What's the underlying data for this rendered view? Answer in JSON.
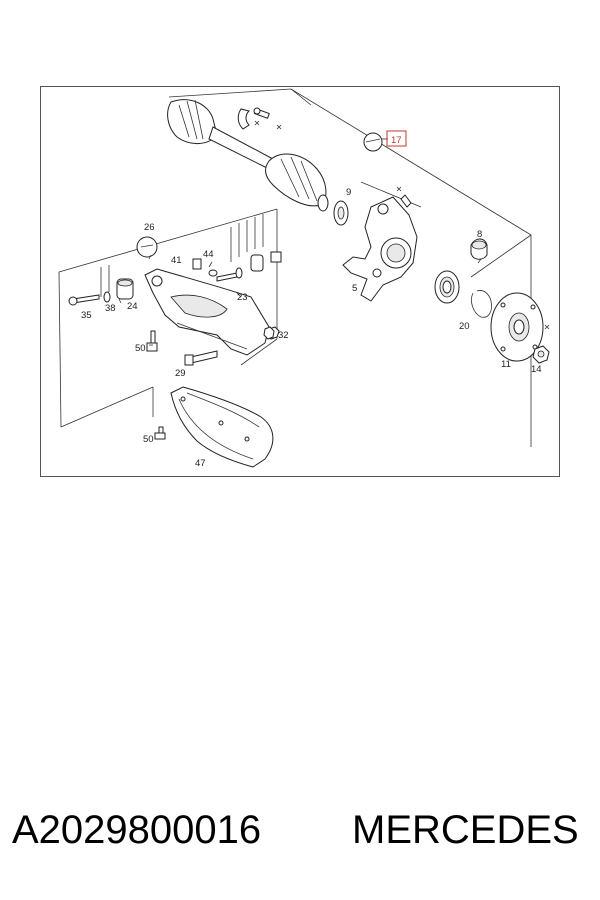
{
  "diagram": {
    "highlighted_callout": "17",
    "callouts": {
      "c17": "17",
      "c9": "9",
      "c26": "26",
      "c41": "41",
      "c44": "44",
      "c8": "8",
      "c35": "35",
      "c38": "38",
      "c24": "24",
      "c23": "23",
      "c5": "5",
      "c32": "32",
      "c20": "20",
      "c50a": "50",
      "c29": "29",
      "c11": "11",
      "c14": "14",
      "c50b": "50",
      "c47": "47"
    }
  },
  "caption": {
    "part_number": "A2029800016",
    "brand": "MERCEDES"
  },
  "colors": {
    "highlight": "#c0392b",
    "line": "#333333"
  }
}
